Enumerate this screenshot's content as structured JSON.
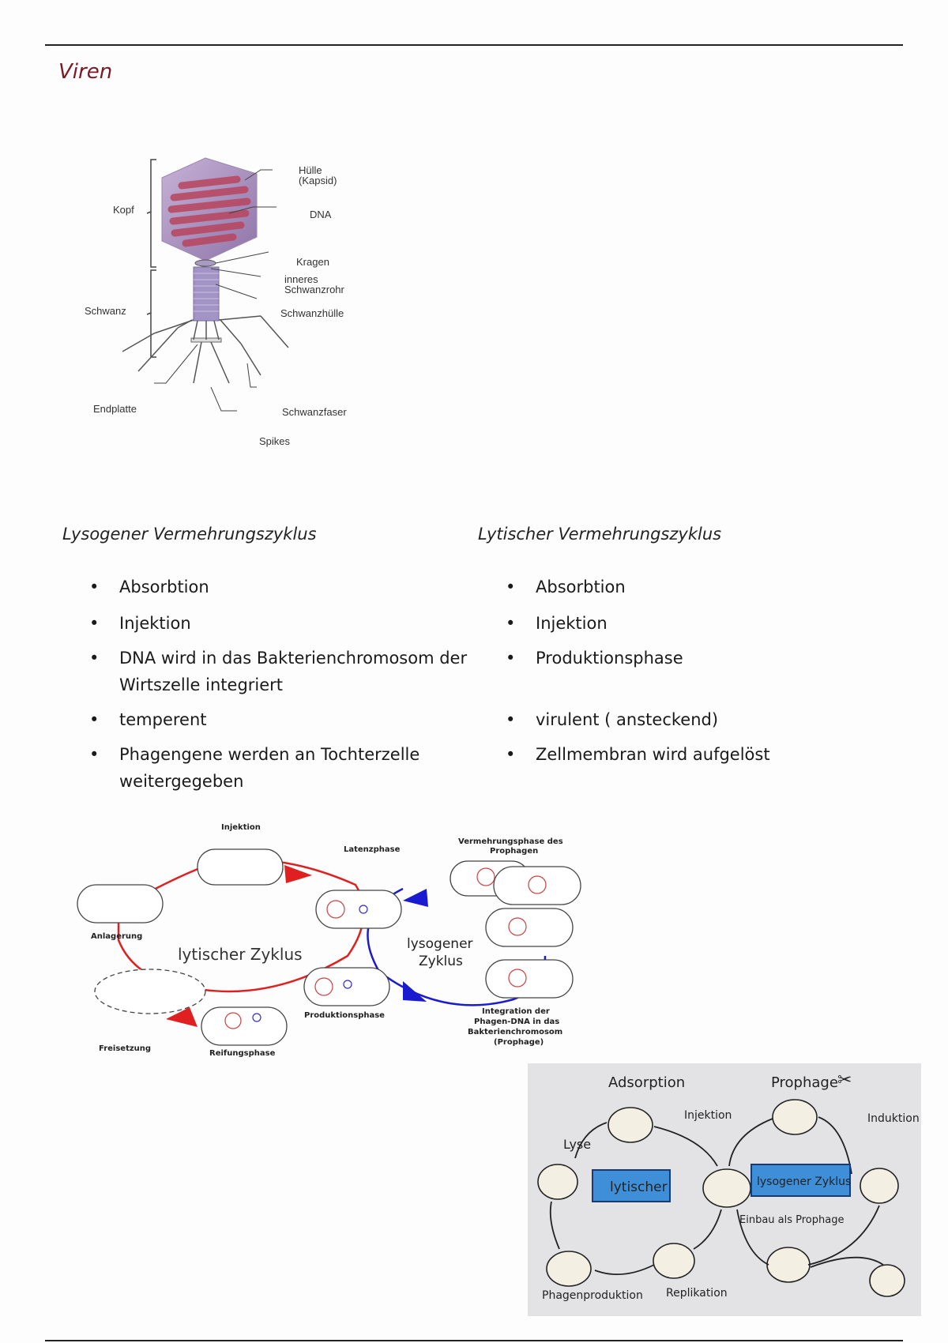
{
  "page": {
    "title": "Viren"
  },
  "phage_diagram": {
    "labels": {
      "kopf": "Kopf",
      "schwanz": "Schwanz",
      "huelle": "Hülle",
      "kapsid": "(Kapsid)",
      "dna": "DNA",
      "kragen": "Kragen",
      "inneres1": "inneres",
      "inneres2": "Schwanzrohr",
      "schwanzhuelle": "Schwanzhülle",
      "endplatte": "Endplatte",
      "schwanzfaser": "Schwanzfaser",
      "spikes": "Spikes"
    }
  },
  "lysogen": {
    "heading": "Lysogener Vermehrungszyklus",
    "items": [
      "Absorbtion",
      "Injektion",
      "DNA wird in das Bakterienchromosom der Wirtszelle integriert",
      "temperent",
      "Phagengene werden an Tochterzelle weitergegeben"
    ]
  },
  "lytisch": {
    "heading": "Lytischer Vermehrungszyklus",
    "items": [
      "Absorbtion",
      "Injektion",
      "Produktionsphase",
      "virulent ( ansteckend)",
      "Zellmembran wird aufgelöst"
    ]
  },
  "cycle_diagram": {
    "injektion": "Injektion",
    "latenzphase": "Latenzphase",
    "vermehrung1": "Vermehrungsphase des",
    "vermehrung2": "Prophagen",
    "anlagerung": "Anlagerung",
    "lytischer_zyklus": "lytischer Zyklus",
    "lysogener1": "lysogener",
    "lysogener2": "Zyklus",
    "produktionsphase": "Produktionsphase",
    "integration1": "Integration der",
    "integration2": "Phagen-DNA in das",
    "integration3": "Bakterienchromosom",
    "integration4": "(Prophage)",
    "freisetzung": "Freisetzung",
    "reifungsphase": "Reifungsphase",
    "lytic_color": "#e02020",
    "lysogenic_color": "#1a1ad0"
  },
  "sketch_diagram": {
    "adsorption": "Adsorption",
    "prophage": "Prophage",
    "injektion": "Injektion",
    "induktion": "Induktion",
    "lyse": "Lyse",
    "lytischer": "lytischer",
    "lysogener": "lysogener Zyklus",
    "einbau": "Einbau als Prophage",
    "phagenproduktion": "Phagenproduktion",
    "replikation": "Replikation",
    "box_color": "#3f8fd8"
  }
}
